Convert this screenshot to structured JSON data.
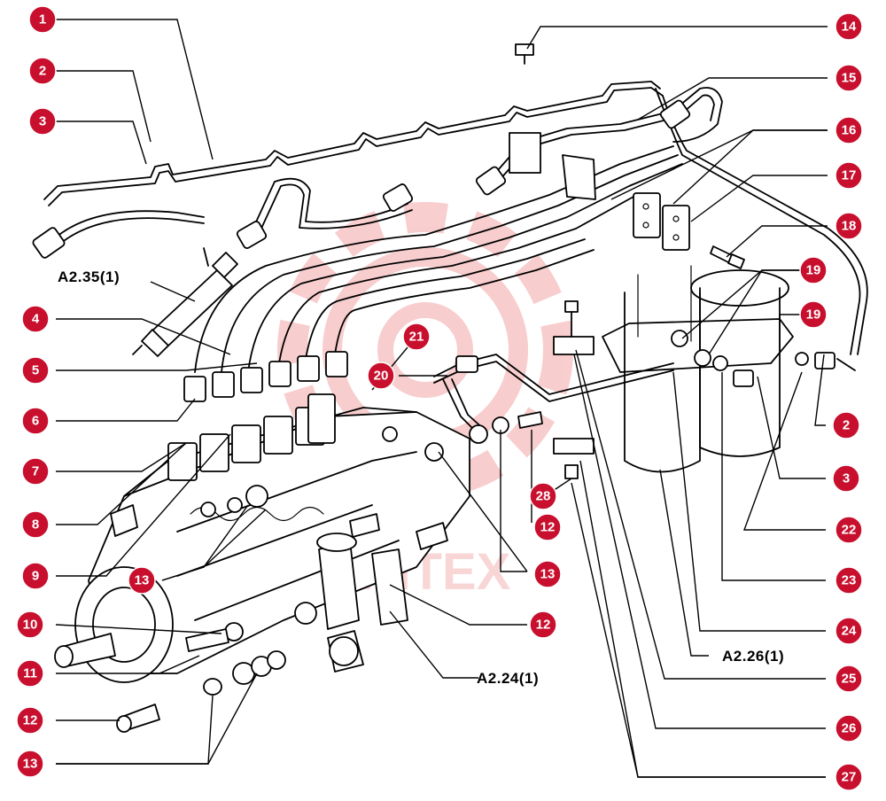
{
  "watermark": {
    "text": "ИНТЕХ",
    "color": "#e02020"
  },
  "accent_color": "#c8102e",
  "callouts": [
    "1",
    "2",
    "3",
    "14",
    "15",
    "16",
    "17",
    "18",
    "19",
    "19",
    "4",
    "5",
    "6",
    "7",
    "8",
    "9",
    "10",
    "11",
    "12",
    "13",
    "20",
    "21",
    "28",
    "12",
    "13",
    "12",
    "2",
    "3",
    "22",
    "23",
    "24",
    "25",
    "26",
    "27"
  ],
  "reference_labels": {
    "injector_ref": "A2.35(1)",
    "filter_ref": "A2.26(1)",
    "pump_ref": "A2.24(1)"
  }
}
